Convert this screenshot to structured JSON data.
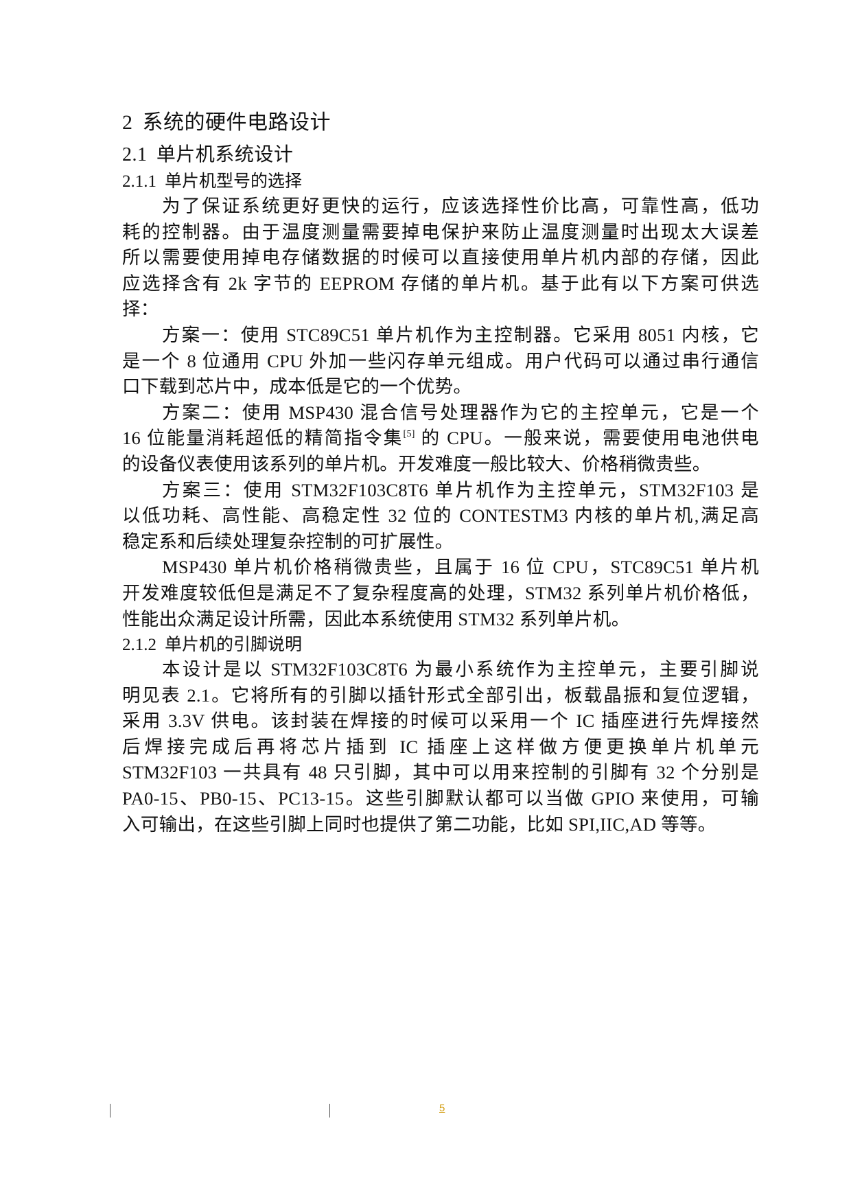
{
  "document": {
    "heading_chapter": {
      "number": "2",
      "title": "系统的硬件电路设计"
    },
    "heading_section": {
      "number": "2.1",
      "title": "单片机系统设计"
    },
    "subsection_1": {
      "number": "2.1.1",
      "title": "单片机型号的选择",
      "paragraphs": [
        {
          "lines": [
            "为了保证系统更好更快的运行，应该选择性价比高，可靠性高，低功",
            "耗的控制器。由于温度测量需要掉电保护来防止温度测量时出现太大误差",
            "所以需要使用掉电存储数据的时候可以直接使用单片机内部的存储，因此",
            "应选择含有 2k 字节的 EEPROM 存储的单片机。基于此有以下方案可供选",
            "择："
          ]
        },
        {
          "lines": [
            "方案一：使用 STC89C51 单片机作为主控制器。它采用 8051 内核，它",
            "是一个 8 位通用 CPU 外加一些闪存单元组成。用户代码可以通过串行通信",
            "口下载到芯片中，成本低是它的一个优势。"
          ]
        },
        {
          "lines": [
            "方案二：使用 MSP430 混合信号处理器作为它的主控单元，它是一个",
            "16 位能量消耗超低的精简指令集",
            "的设备仪表使用该系列的单片机。开发难度一般比较大、价格稍微贵些。"
          ],
          "citation": "[5]",
          "line2_tail": " 的 CPU。一般来说，需要使用电池供电"
        },
        {
          "lines": [
            "方案三：使用 STM32F103C8T6 单片机作为主控单元，STM32F103 是",
            "以低功耗、高性能、高稳定性 32 位的 CONTESTM3 内核的单片机,满足高",
            "稳定系和后续处理复杂控制的可扩展性。"
          ]
        },
        {
          "lines": [
            "MSP430 单片机价格稍微贵些，且属于 16 位 CPU，STC89C51 单片机",
            "开发难度较低但是满足不了复杂程度高的处理，STM32 系列单片机价格低，",
            "性能出众满足设计所需，因此本系统使用 STM32 系列单片机。"
          ]
        }
      ]
    },
    "subsection_2": {
      "number": "2.1.2",
      "title": "单片机的引脚说明",
      "paragraphs": [
        {
          "lines": [
            "本设计是以 STM32F103C8T6 为最小系统作为主控单元，主要引脚说",
            "明见表 2.1。它将所有的引脚以插针形式全部引出，板载晶振和复位逻辑，",
            "采用 3.3V 供电。该封装在焊接的时候可以采用一个 IC 插座进行先焊接然",
            "后焊接完成后再将芯片插到 IC 插座上这样做方便更换单片机单元",
            "STM32F103 一共具有 48 只引脚，其中可以用来控制的引脚有 32 个分别是",
            "PA0-15、PB0-15、PC13-15。这些引脚默认都可以当做 GPIO 来使用，可输",
            "入可输出，在这些引脚上同时也提供了第二功能，比如 SPI,IIC,AD 等等。"
          ]
        }
      ]
    }
  },
  "footer": {
    "page_number": "5",
    "page_number_color": "#d4a017"
  }
}
